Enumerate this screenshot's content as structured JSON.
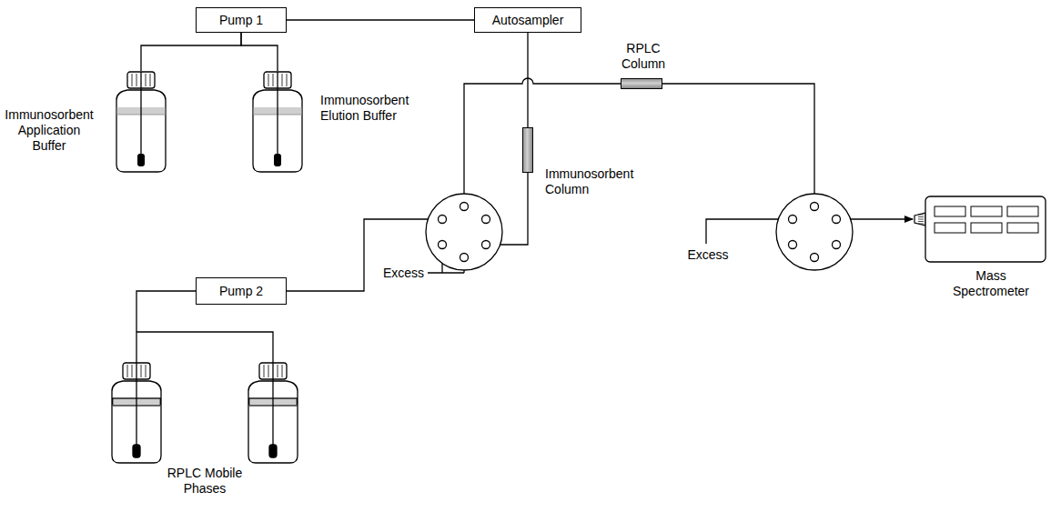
{
  "diagram": {
    "nodes": [
      {
        "text": [
          "Pump 1"
        ]
      },
      {
        "text": [
          "Autosampler"
        ]
      },
      {
        "text": [
          "Immunosorbent Application Buffer"
        ]
      },
      {
        "text": [
          "Immunosorbent Elution Buffer"
        ]
      },
      {
        "text": [
          "RPLC Column"
        ]
      },
      {
        "text": [
          "Immunosorbent Column"
        ]
      },
      {
        "text": [
          "Pump 2"
        ]
      },
      {
        "text": [
          "Mass Spectrometer"
        ]
      }
    ],
    "edges": [
      {
        "from": 2,
        "to": 0,
        "arrow": "none"
      },
      {
        "from": 3,
        "to": 0,
        "arrow": "none"
      },
      {
        "from": 0,
        "to": 1,
        "arrow": "none"
      },
      {
        "from": 1,
        "to": 5,
        "arrow": "none"
      }
    ],
    "labels": [
      "Excess",
      "Excess",
      "RPLC Mobile Phases"
    ]
  }
}
